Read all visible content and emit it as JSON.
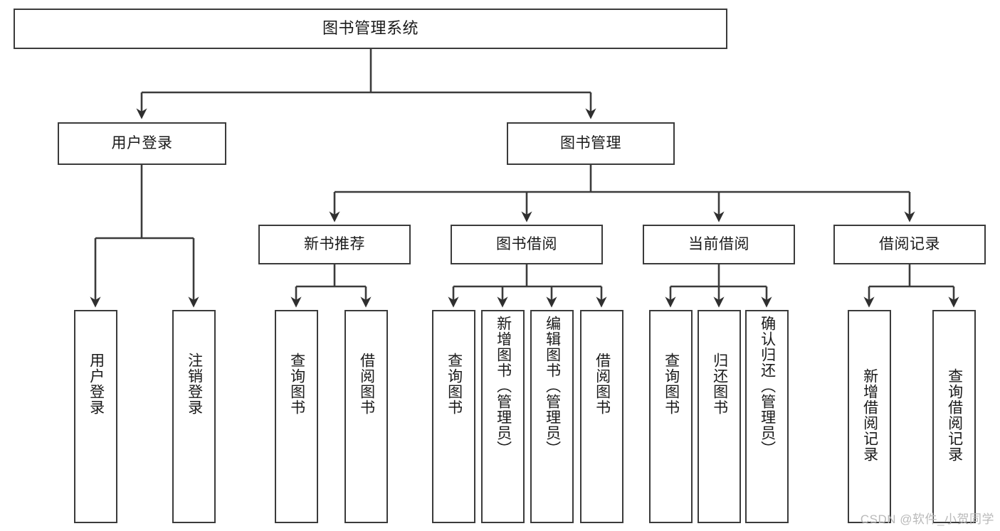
{
  "diagram": {
    "title": "图书管理系统",
    "type": "hierarchy-tree",
    "levels": 4,
    "root": {
      "id": "root",
      "label": "图书管理系统",
      "orientation": "horizontal"
    },
    "level2": [
      {
        "id": "user-login",
        "label": "用户登录",
        "orientation": "horizontal"
      },
      {
        "id": "book-management",
        "label": "图书管理",
        "orientation": "horizontal"
      }
    ],
    "level3": [
      {
        "id": "new-book-recommend",
        "label": "新书推荐",
        "orientation": "horizontal"
      },
      {
        "id": "book-borrow",
        "label": "图书借阅",
        "orientation": "horizontal"
      },
      {
        "id": "current-borrow",
        "label": "当前借阅",
        "orientation": "horizontal"
      },
      {
        "id": "borrow-record",
        "label": "借阅记录",
        "orientation": "horizontal"
      }
    ],
    "leaves": [
      {
        "id": "leaf-user-login",
        "label": "用户登录",
        "parent": "user-login",
        "orientation": "vertical"
      },
      {
        "id": "leaf-logout",
        "label": "注销登录",
        "parent": "user-login",
        "orientation": "vertical"
      },
      {
        "id": "leaf-query-book-1",
        "label": "查询图书",
        "parent": "new-book-recommend",
        "orientation": "vertical"
      },
      {
        "id": "leaf-borrow-book-1",
        "label": "借阅图书",
        "parent": "new-book-recommend",
        "orientation": "vertical"
      },
      {
        "id": "leaf-query-book-2",
        "label": "查询图书",
        "parent": "book-borrow",
        "orientation": "vertical"
      },
      {
        "id": "leaf-add-book",
        "label": "新增图书（管理员）",
        "parent": "book-borrow",
        "orientation": "vertical"
      },
      {
        "id": "leaf-edit-book",
        "label": "编辑图书（管理员）",
        "parent": "book-borrow",
        "orientation": "vertical"
      },
      {
        "id": "leaf-borrow-book-2",
        "label": "借阅图书",
        "parent": "book-borrow",
        "orientation": "vertical"
      },
      {
        "id": "leaf-query-book-3",
        "label": "查询图书",
        "parent": "current-borrow",
        "orientation": "vertical"
      },
      {
        "id": "leaf-return-book",
        "label": "归还图书",
        "parent": "current-borrow",
        "orientation": "vertical"
      },
      {
        "id": "leaf-confirm-return",
        "label": "确认归还（管理员）",
        "parent": "current-borrow",
        "orientation": "vertical"
      },
      {
        "id": "leaf-add-record",
        "label": "新增借阅记录",
        "parent": "borrow-record",
        "orientation": "vertical"
      },
      {
        "id": "leaf-query-record",
        "label": "查询借阅记录",
        "parent": "borrow-record",
        "orientation": "vertical"
      }
    ],
    "colors": {
      "box_border": "#3b3b3b",
      "box_fill": "#ffffff",
      "connector": "#3b3b3b",
      "text": "#1a1a1a",
      "watermark": "#b9b9b9",
      "background": "#ffffff"
    }
  },
  "watermark": {
    "text": "CSDN @软件_小贺同学"
  }
}
